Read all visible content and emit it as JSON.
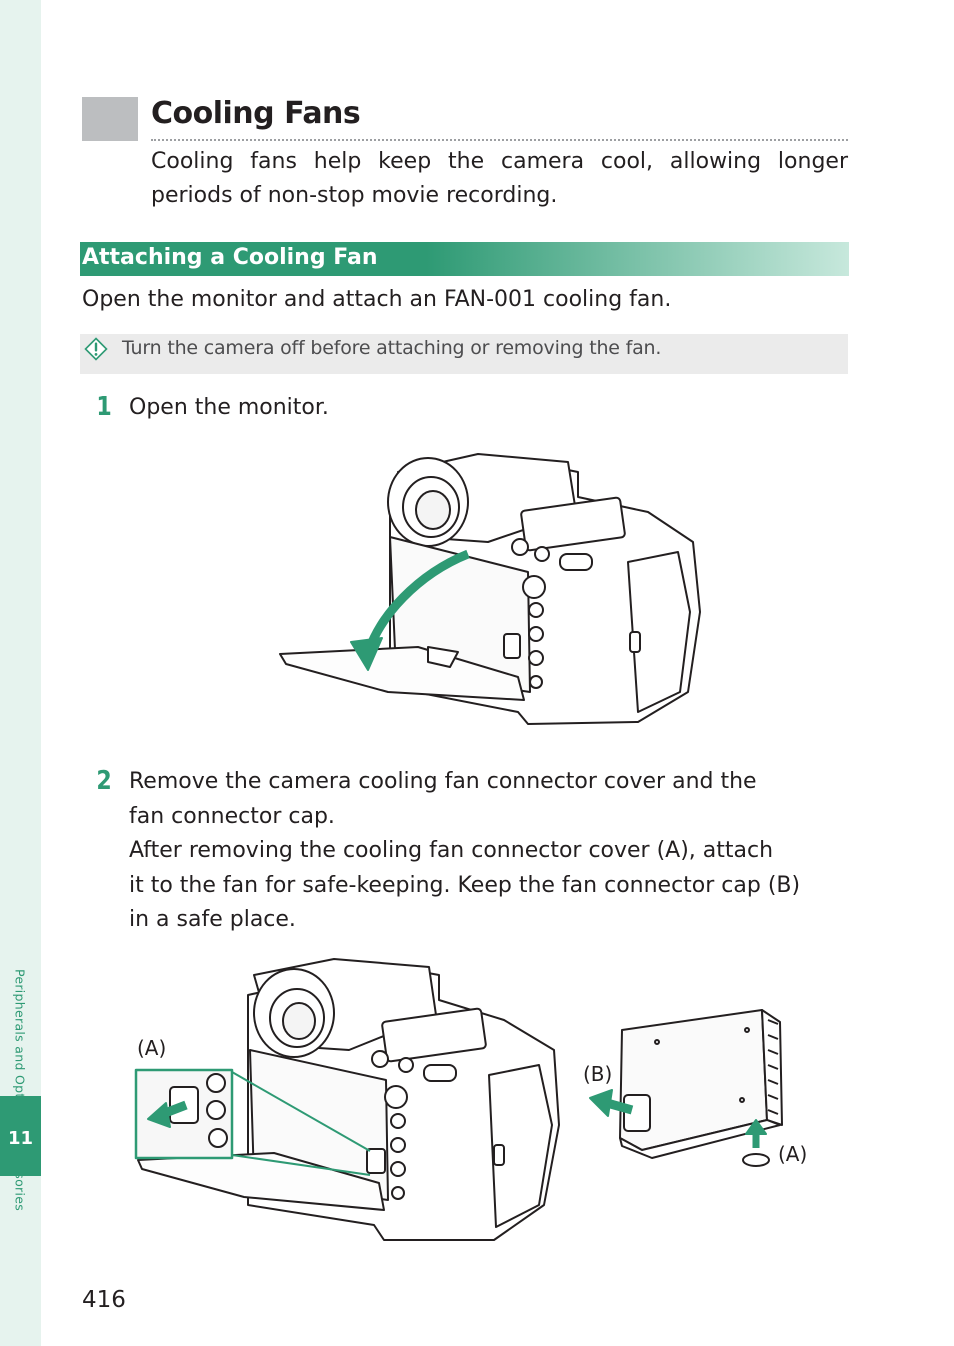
{
  "sidebar": {
    "chapter_title": "Peripherals and Optional Accessories",
    "chapter_number": "11",
    "accent_color": "#2e9a74"
  },
  "section": {
    "title": "Cooling Fans",
    "intro": "Cooling fans help keep the camera cool, allowing longer periods of non-stop movie recording."
  },
  "subsection": {
    "title": "Attaching a Cooling Fan",
    "lead": "Open the monitor and attach an FAN-001 cooling fan.",
    "note_icon": "caution-icon",
    "note": "Turn the camera off before attaching or removing the fan."
  },
  "steps": [
    {
      "number": "1",
      "lines": [
        "Open the monitor."
      ]
    },
    {
      "number": "2",
      "lines": [
        "Remove the camera cooling fan connector cover and the",
        "fan connector cap.",
        "After removing the cooling fan connector cover (A), attach",
        "it to the fan for safe-keeping. Keep the fan connector cap (B)",
        "in a safe place."
      ]
    }
  ],
  "figure2": {
    "label_a_left": "(A)",
    "label_b": "(B)",
    "label_a_right": "(A)"
  },
  "footer": {
    "page_number": "416"
  }
}
